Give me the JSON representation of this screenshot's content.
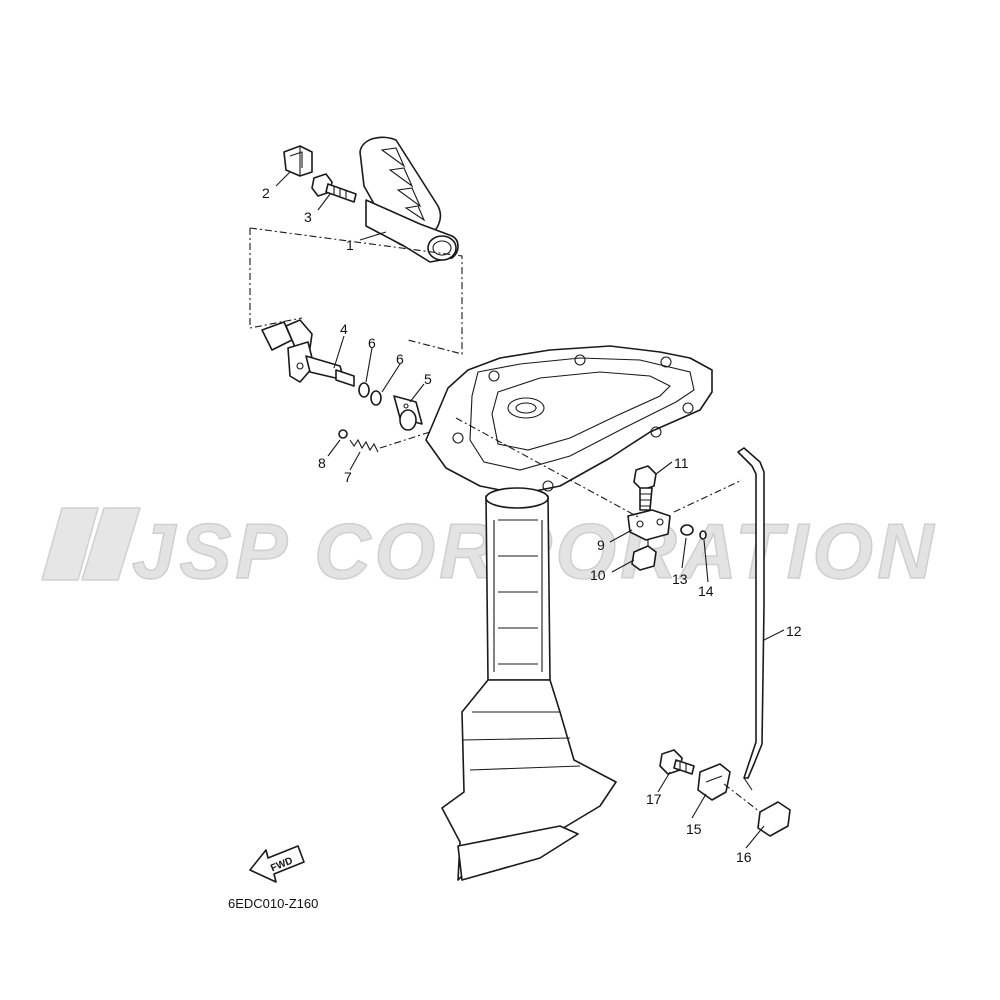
{
  "watermark": {
    "text": "JSP CORPORATION"
  },
  "diagram_code": "6EDC010-Z160",
  "direction_arrow": {
    "label": "FWD"
  },
  "callouts": [
    {
      "id": "1",
      "label": "1"
    },
    {
      "id": "2",
      "label": "2"
    },
    {
      "id": "3",
      "label": "3"
    },
    {
      "id": "4",
      "label": "4"
    },
    {
      "id": "5",
      "label": "5"
    },
    {
      "id": "6a",
      "label": "6"
    },
    {
      "id": "6b",
      "label": "6"
    },
    {
      "id": "7",
      "label": "7"
    },
    {
      "id": "8",
      "label": "8"
    },
    {
      "id": "9",
      "label": "9"
    },
    {
      "id": "10",
      "label": "10"
    },
    {
      "id": "11",
      "label": "11"
    },
    {
      "id": "12",
      "label": "12"
    },
    {
      "id": "13",
      "label": "13"
    },
    {
      "id": "14",
      "label": "14"
    },
    {
      "id": "15",
      "label": "15"
    },
    {
      "id": "16",
      "label": "16"
    },
    {
      "id": "17",
      "label": "17"
    }
  ],
  "colors": {
    "line": "#1a1a1a",
    "background": "#ffffff",
    "watermark": "#e3e3e3"
  }
}
